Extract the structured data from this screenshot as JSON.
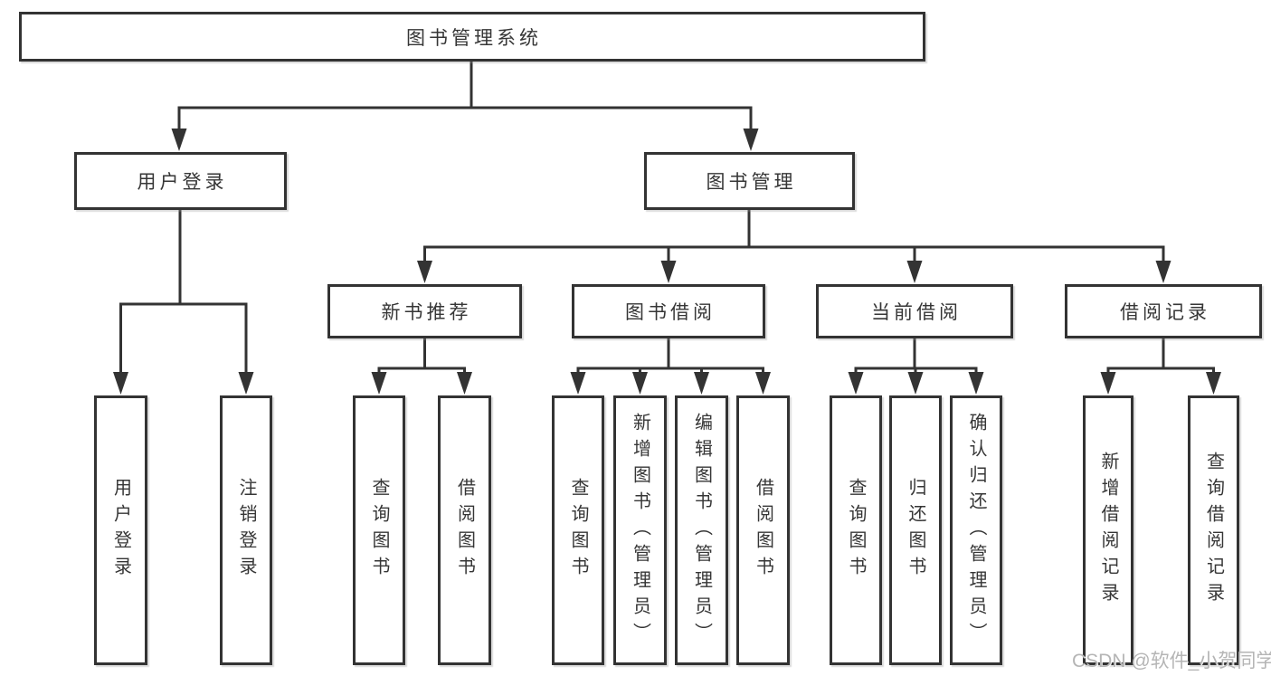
{
  "watermark": "CSDN @软件_小贺同学",
  "colors": {
    "line": "#333333",
    "box_border": "#333333",
    "text": "#363636",
    "watermark_text": "#b5b5b5",
    "background": "#ffffff"
  },
  "tree": {
    "label": "图书管理系统",
    "children": [
      {
        "label": "用户登录",
        "children": [
          {
            "label": "用户登录"
          },
          {
            "label": "注销登录"
          }
        ]
      },
      {
        "label": "图书管理",
        "children": [
          {
            "label": "新书推荐",
            "children": [
              {
                "label": "查询图书"
              },
              {
                "label": "借阅图书"
              }
            ]
          },
          {
            "label": "图书借阅",
            "children": [
              {
                "label": "查询图书"
              },
              {
                "label": "新增图书（管理员）"
              },
              {
                "label": "编辑图书（管理员）"
              },
              {
                "label": "借阅图书"
              }
            ]
          },
          {
            "label": "当前借阅",
            "children": [
              {
                "label": "查询图书"
              },
              {
                "label": "归还图书"
              },
              {
                "label": "确认归还（管理员）"
              }
            ]
          },
          {
            "label": "借阅记录",
            "children": [
              {
                "label": "新增借阅记录"
              },
              {
                "label": "查询借阅记录"
              }
            ]
          }
        ]
      }
    ]
  }
}
